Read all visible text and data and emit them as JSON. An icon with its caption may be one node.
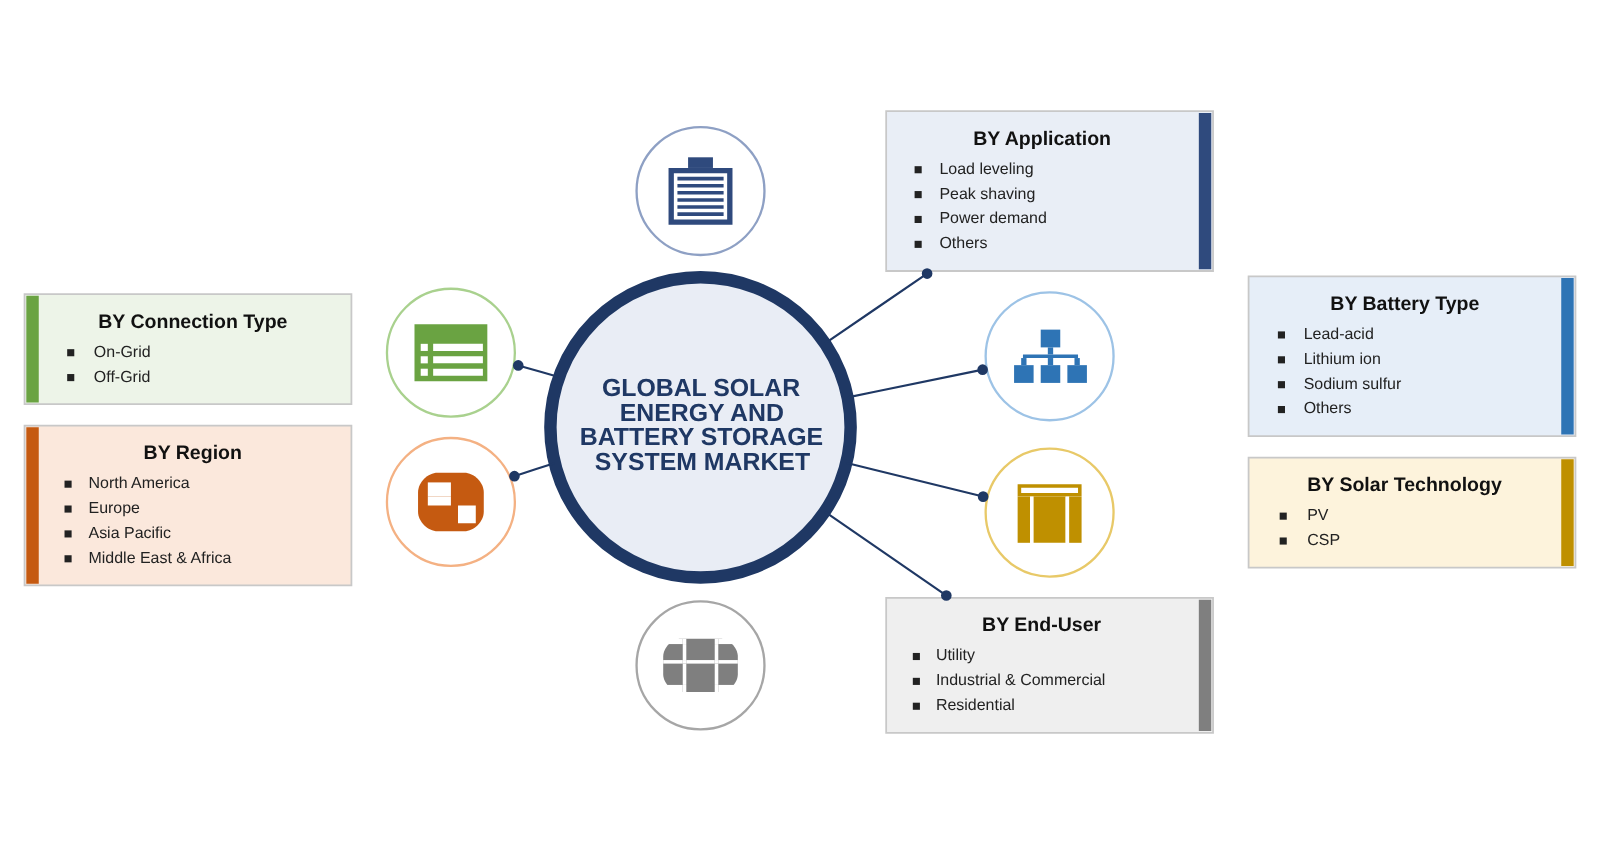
{
  "diagram": {
    "nodes": [
      {
        "text": [],
        "shape": "picture"
      },
      {
        "text": [
          "BY Application",
          "Load leveling",
          "Peak shaving",
          "Power demand",
          "Others"
        ]
      },
      {
        "text": [
          "BY Connection Type",
          "On-Grid",
          "Off-Grid"
        ]
      },
      {
        "text": [],
        "shape": "picture"
      },
      {
        "text": [
          "GLOBAL SOLAR ENERGY AND BATTERY STORAGE SYSTEM MARKET"
        ]
      },
      {
        "text": [],
        "shape": "picture"
      },
      {
        "text": [
          "BY Battery Type",
          "Lead-acid",
          "Lithium ion",
          "Sodium sulfur",
          "Others"
        ]
      },
      {
        "text": [
          "BY Region",
          "North America",
          "Europe",
          "Asia Pacific",
          "Middle East & Africa"
        ]
      },
      {
        "text": [],
        "shape": "picture"
      },
      {
        "text": [],
        "shape": "picture"
      },
      {
        "text": [
          "BY Solar Technology",
          "PV",
          "CSP"
        ]
      },
      {
        "text": [],
        "shape": "picture"
      },
      {
        "text": [
          "BY End-User",
          "Utility",
          "Industrial & Commercial",
          "Residential"
        ]
      }
    ],
    "edges": [
      {
        "from": 4,
        "to": 1,
        "arrow": "other"
      },
      {
        "from": 4,
        "to": 3,
        "arrow": "other"
      },
      {
        "from": 4,
        "to": 5,
        "arrow": "other"
      },
      {
        "from": 4,
        "to": 8,
        "arrow": "other"
      },
      {
        "from": 4,
        "to": 9,
        "arrow": "other"
      },
      {
        "from": 4,
        "to": 12,
        "arrow": "other"
      }
    ]
  }
}
